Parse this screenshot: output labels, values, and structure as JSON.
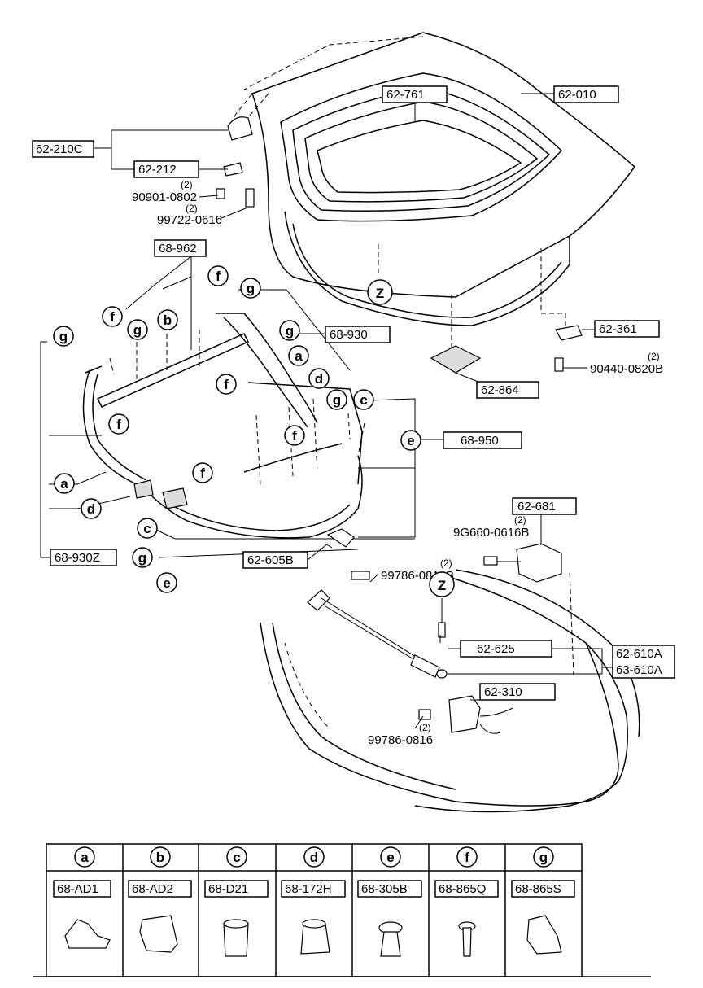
{
  "callouts": {
    "p62_010": "62-010",
    "p62_761": "62-761",
    "p62_210C": "62-210C",
    "p62_212": "62-212",
    "p90901": "90901-0802",
    "p99722": "99722-0616",
    "p68_962": "68-962",
    "p68_930": "68-930",
    "p68_950": "68-950",
    "p68_930Z": "68-930Z",
    "p62_361": "62-361",
    "p90440": "90440-0820B",
    "p62_864": "62-864",
    "p62_681": "62-681",
    "p9G660": "9G660-0616B",
    "p62_605B": "62-605B",
    "p99786_B": "99786-0816B",
    "p62_625": "62-625",
    "p62_610A": "62-610A",
    "p63_610A": "63-610A",
    "p62_310": "62-310",
    "p99786": "99786-0816"
  },
  "quantity": "(2)",
  "zone": "Z",
  "letters": {
    "a": "a",
    "b": "b",
    "c": "c",
    "d": "d",
    "e": "e",
    "f": "f",
    "g": "g"
  },
  "legend": [
    {
      "letter": "a",
      "part": "68-AD1"
    },
    {
      "letter": "b",
      "part": "68-AD2"
    },
    {
      "letter": "c",
      "part": "68-D21"
    },
    {
      "letter": "d",
      "part": "68-172H"
    },
    {
      "letter": "e",
      "part": "68-305B"
    },
    {
      "letter": "f",
      "part": "68-865Q"
    },
    {
      "letter": "g",
      "part": "68-865S"
    }
  ]
}
